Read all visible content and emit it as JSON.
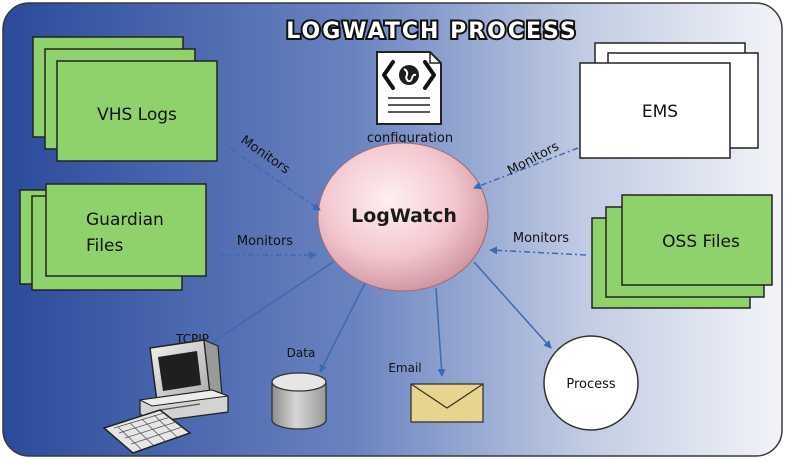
{
  "title": "LOGWATCH PROCESS",
  "center": {
    "label": "LogWatch"
  },
  "config": {
    "label": "configuration"
  },
  "sources": {
    "vhs": {
      "label": "VHS Logs"
    },
    "guardian": {
      "line1": "Guardian",
      "line2": "Files"
    },
    "ems": {
      "label": "EMS"
    },
    "oss": {
      "label": "OSS Files"
    }
  },
  "monitors": {
    "vhs": "Monitors",
    "guardian": "Monitors",
    "ems": "Monitors",
    "oss": "Monitors"
  },
  "outputs": {
    "tcpip": "TCPIP",
    "data": "Data",
    "email": "Email",
    "process": "Process"
  },
  "colors": {
    "green_fill": "#8fd16b",
    "green_dark": "#75bd4e",
    "bg_blue_dark": "#2d4b9c",
    "bg_light": "#f4f5f9",
    "arrow_blue": "#3b6ab3",
    "ellipse_center": "#fbe5e8",
    "ellipse_edge": "#c98e98"
  },
  "icons": {
    "config": "globe-document-icon",
    "tcpip": "computer-terminal-icon",
    "data": "database-cylinder-icon",
    "email": "envelope-icon"
  }
}
